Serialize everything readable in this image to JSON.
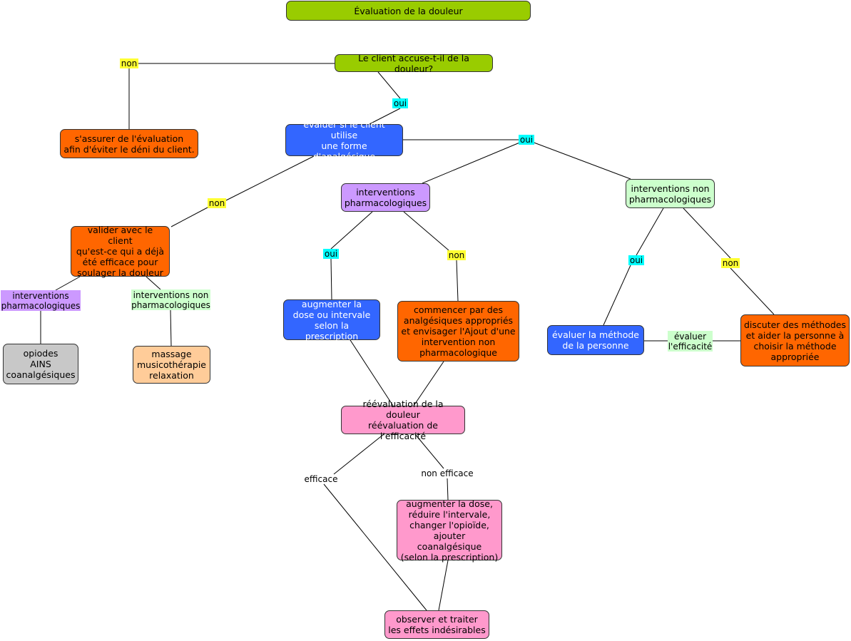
{
  "colors": {
    "green": "#99cc00",
    "blue": "#3366ff",
    "orange": "#ff6600",
    "purple": "#cc99ff",
    "light_green": "#ccffcc",
    "gray": "#c8c8c8",
    "peach": "#ffcc99",
    "pink": "#ff99cc",
    "label_yellow": "#ffff33",
    "label_cyan": "#00ffff",
    "label_purple": "#cc99ff",
    "label_green": "#ccffcc",
    "line": "#000000"
  },
  "nodes": {
    "title": "Évaluation de la douleur",
    "q_pain": "Le client accuse-t-il de la douleur?",
    "assess": "s'assurer de l'évaluation\nafin d'éviter le déni du client.",
    "analgesic": "évaluer si le client utilise\nune forme d'analgésique",
    "validate": "valider avec le client\nqu'est-ce qui a déjà\nété efficace pour\nsoulager la douleur",
    "pharmaco": "interventions\npharmacologiques",
    "nonpharmaco": "interventions non\npharmacologiques",
    "opioids": "opiodes\nAINS\ncoanalgésiques",
    "massage": "massage\nmusicothérapie\nrelaxation",
    "increase": "augmenter la\ndose ou intervale\nselon la prescription",
    "start": "commencer par des\nanalgésiques appropriés\net envisager l'Ajout d'une\nintervention non\npharmacologique",
    "method": "évaluer la méthode\nde la personne",
    "discuss": "discuter des méthodes\net aider la personne à\nchoisir la méthode\nappropriée",
    "reeval": "réévaluation de la douleur\nréévaluation de l'efficacité",
    "adjust": "augmenter la dose,\nréduire l'intervale,\nchanger l'opioïde,\najouter coanalgésique\n(selon la prescription)",
    "observe": "observer et traiter\nles effets indésirables"
  },
  "labels": {
    "non_pain": "non",
    "oui_pain": "oui",
    "oui_analgesic": "oui",
    "non_analgesic": "non",
    "pharmaco_left": "interventions\npharmacologiques",
    "nonpharmaco_left": "interventions non\npharmacologiques",
    "oui_pharmaco": "oui",
    "non_pharmaco": "non",
    "oui_nonpharmaco": "oui",
    "non_nonpharmaco": "non",
    "evaluate_efficacy": "évaluer\nl'efficacité",
    "efficace": "efficace",
    "non_efficace": "non efficace"
  }
}
